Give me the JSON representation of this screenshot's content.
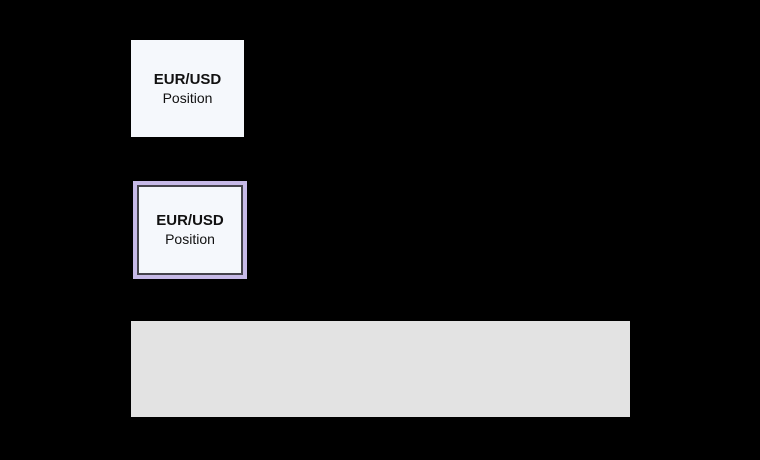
{
  "nodes": [
    {
      "title": "EUR/USD",
      "subtitle": "Position",
      "selected": false
    },
    {
      "title": "EUR/USD",
      "subtitle": "Position",
      "selected": true
    }
  ],
  "colors": {
    "canvas_background": "#000000",
    "node_fill": "#f5f8fc",
    "node_text": "#111111",
    "selection_outline": "#c7bae8",
    "selected_node_border": "#45444c",
    "panel_fill": "#e3e3e3"
  }
}
